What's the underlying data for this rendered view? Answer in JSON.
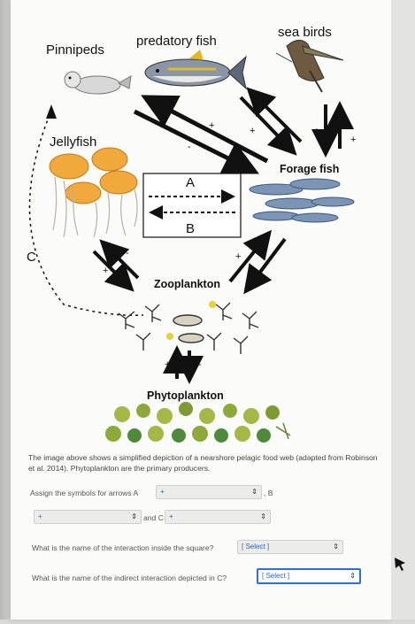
{
  "labels": {
    "pinnipeds": "Pinnipeds",
    "predatory_fish": "predatory fish",
    "sea_birds": "sea birds",
    "jellyfish": "Jellyfish",
    "forage_fish": "Forage fish",
    "zooplankton": "Zooplankton",
    "phytoplankton": "Phytoplankton",
    "box_a": "A",
    "box_b": "B",
    "c_label": "C",
    "plus": "+",
    "minus": "-"
  },
  "caption": "The image above shows a simplified depiction of a nearshore pelagic food web (adapted from Robinson et al. 2014). Phytoplankton are the primary producers.",
  "questions": {
    "assign_prefix": "Assign the symbols for arrows A",
    "b_label": ", B",
    "and_c": "and C",
    "q_square": "What is the name of the interaction inside the square?",
    "q_indirect": "What is the name of the indirect interaction depicted in C?"
  },
  "selects": {
    "a_value": "+",
    "b_value": "+",
    "c_value": "+",
    "square_value": "[ Select ]",
    "indirect_value": "[ Select ]"
  },
  "colors": {
    "link_blue": "#2a64c4",
    "focus_blue": "#2d6fd6"
  }
}
